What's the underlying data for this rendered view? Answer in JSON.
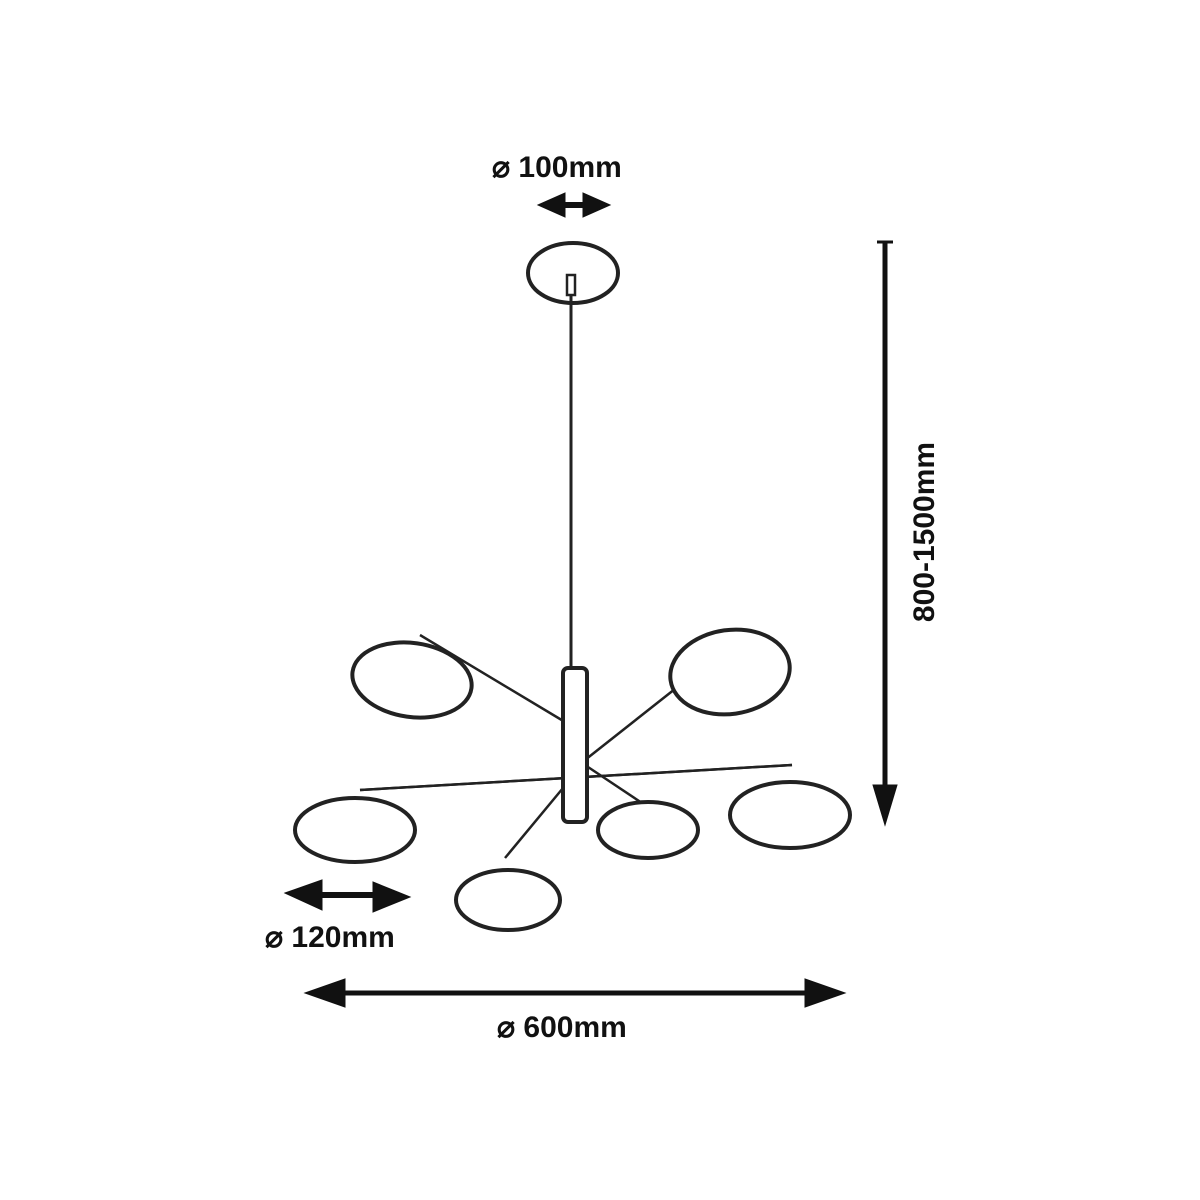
{
  "dimensions": {
    "canopy_diameter": "⌀ 100mm",
    "drop_height": "800-1500mm",
    "shade_diameter": "⌀ 120mm",
    "overall_diameter": "⌀ 600mm"
  },
  "colors": {
    "line": "#222222",
    "background": "#ffffff"
  }
}
